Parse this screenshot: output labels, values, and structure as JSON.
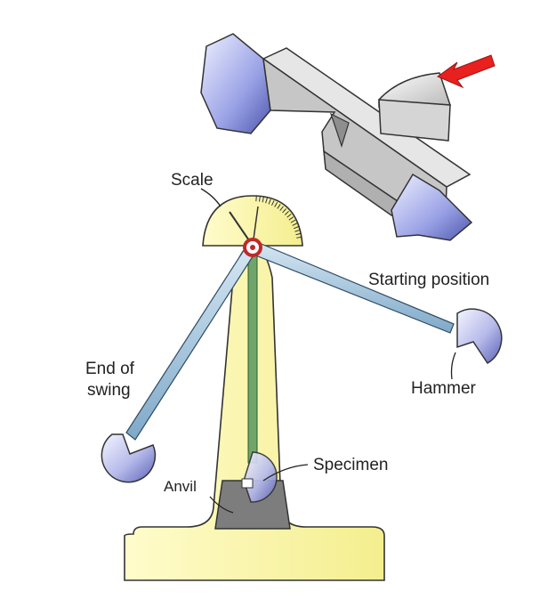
{
  "labels": {
    "scale": "Scale",
    "starting_position": "Starting position",
    "hammer": "Hammer",
    "end_of_swing_line1": "End of",
    "end_of_swing_line2": "swing",
    "specimen": "Specimen",
    "anvil": "Anvil"
  },
  "colors": {
    "frame_fill": "#faf6a8",
    "frame_stroke": "#3a3a3a",
    "arm_fill": "#9fc3dc",
    "arm_stroke": "#2e4a63",
    "pendulum_rod": "#6fa56a",
    "hammer_fill": "#8f94d8",
    "anvil_fill": "#7d7d7d",
    "pivot_ring": "#c0282a",
    "arrow": "#e8201e",
    "block_light": "#e2e2e2",
    "block_mid": "#c8c8c8",
    "block_dark": "#a9a9a9",
    "fracture_blue": "#7c86d6"
  }
}
